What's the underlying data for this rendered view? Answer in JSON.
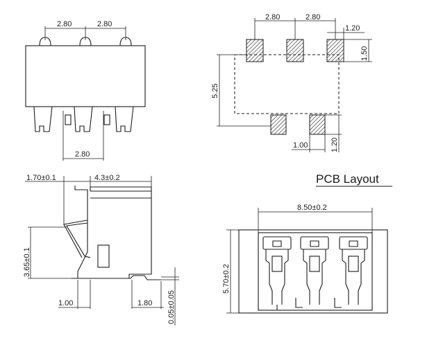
{
  "title": "PCB Layout",
  "top_left": {
    "dim_a": "2.80",
    "dim_b": "2.80",
    "dim_bottom": "2.80"
  },
  "top_right": {
    "dim_a": "2.80",
    "dim_b": "2.80",
    "dim_pad_w": "1.20",
    "dim_pad_h": "1.50",
    "dim_height": "5.25",
    "dim_small_w": "1.00",
    "dim_small_h": "1.20"
  },
  "bottom_left": {
    "dim_tl": "1.70±0.1",
    "dim_tr": "4.3±0.2",
    "dim_height": "3.65±0.1",
    "dim_bl": "1.00",
    "dim_br": "1.80",
    "dim_thin": "0.05±0.05"
  },
  "bottom_right": {
    "dim_width": "8.50±0.2",
    "dim_height": "5.70±0.2"
  }
}
